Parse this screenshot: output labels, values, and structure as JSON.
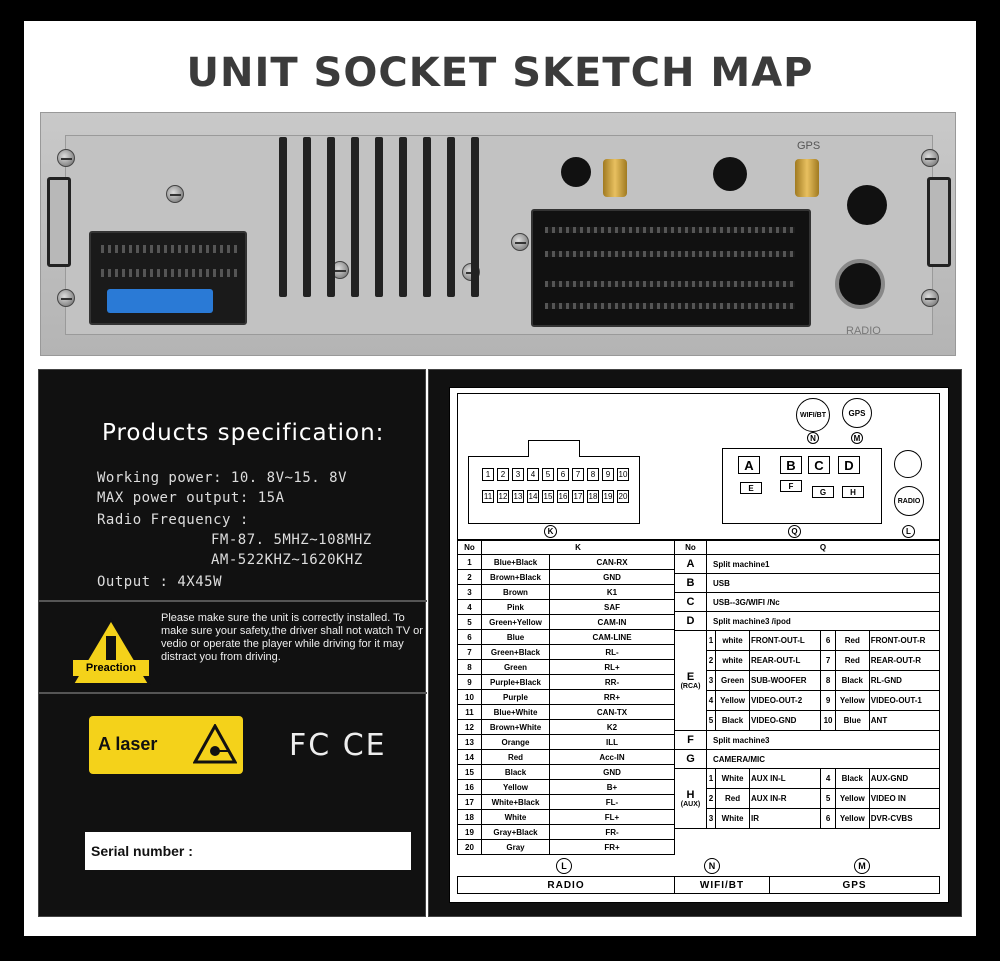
{
  "title": "UNIT SOCKET SKETCH MAP",
  "photo": {
    "gps_mark": "GPS",
    "radio_mark": "RADIO"
  },
  "spec": {
    "heading": "Products specification:",
    "working_power": "Working power: 10. 8V~15. 8V",
    "max_power": "MAX power output: 15A",
    "radio_freq": "Radio Frequency :",
    "fm": "FM-87. 5MHZ~108MHZ",
    "am": "AM-522KHZ~1620KHZ",
    "output": "Output : 4X45W"
  },
  "warning": {
    "sign_label": "Preaction",
    "text": "Please make sure the unit is correctly installed. To make sure your safety,the driver shall not watch TV or vedio or operate the player while driving for it may distract you from driving."
  },
  "laser": {
    "label": "A laser"
  },
  "certs": "FC CE",
  "serial": {
    "label": "Serial number :"
  },
  "diagram": {
    "k_pins_top": [
      "1",
      "2",
      "3",
      "4",
      "5",
      "6",
      "7",
      "8",
      "9",
      "10"
    ],
    "k_pins_bottom": [
      "11",
      "12",
      "13",
      "14",
      "15",
      "16",
      "17",
      "18",
      "19",
      "20"
    ],
    "k_marker": "K",
    "q_marker": "Q",
    "q_letters": [
      "A",
      "B",
      "C",
      "D",
      "E",
      "F",
      "G",
      "H"
    ],
    "wifi_label": "WIFI/BT",
    "wifi_marker": "N",
    "gps_label": "GPS",
    "gps_marker": "M",
    "radio_label": "RADIO",
    "radio_marker": "L"
  },
  "k_table": {
    "headers": [
      "No",
      "K",
      ""
    ],
    "rows": [
      [
        "1",
        "Blue+Black",
        "CAN-RX"
      ],
      [
        "2",
        "Brown+Black",
        "GND"
      ],
      [
        "3",
        "Brown",
        "K1"
      ],
      [
        "4",
        "Pink",
        "SAF"
      ],
      [
        "5",
        "Green+Yellow",
        "CAM-IN"
      ],
      [
        "6",
        "Blue",
        "CAM-LINE"
      ],
      [
        "7",
        "Green+Black",
        "RL-"
      ],
      [
        "8",
        "Green",
        "RL+"
      ],
      [
        "9",
        "Purple+Black",
        "RR-"
      ],
      [
        "10",
        "Purple",
        "RR+"
      ],
      [
        "11",
        "Blue+White",
        "CAN-TX"
      ],
      [
        "12",
        "Brown+White",
        "K2"
      ],
      [
        "13",
        "Orange",
        "ILL"
      ],
      [
        "14",
        "Red",
        "Acc-IN"
      ],
      [
        "15",
        "Black",
        "GND"
      ],
      [
        "16",
        "Yellow",
        "B+"
      ],
      [
        "17",
        "White+Black",
        "FL-"
      ],
      [
        "18",
        "White",
        "FL+"
      ],
      [
        "19",
        "Gray+Black",
        "FR-"
      ],
      [
        "20",
        "Gray",
        "FR+"
      ]
    ]
  },
  "q_table": {
    "headers": [
      "No",
      "Q"
    ],
    "A": "Split machine1",
    "B": "USB",
    "C": "USB--3G/WIFI /Nc",
    "D": "Split machine3 /ipod",
    "E_label": "E",
    "E_sub": "(RCA)",
    "E_rows": [
      [
        "1",
        "white",
        "FRONT-OUT-L",
        "6",
        "Red",
        "FRONT-OUT-R"
      ],
      [
        "2",
        "white",
        "REAR-OUT-L",
        "7",
        "Red",
        "REAR-OUT-R"
      ],
      [
        "3",
        "Green",
        "SUB-WOOFER",
        "8",
        "Black",
        "RL-GND"
      ],
      [
        "4",
        "Yellow",
        "VIDEO-OUT-2",
        "9",
        "Yellow",
        "VIDEO-OUT-1"
      ],
      [
        "5",
        "Black",
        "VIDEO-GND",
        "10",
        "Blue",
        "ANT"
      ]
    ],
    "F": "Split machine3",
    "G": "CAMERA/MIC",
    "H_label": "H",
    "H_sub": "(AUX)",
    "H_rows": [
      [
        "1",
        "White",
        "AUX IN-L",
        "4",
        "Black",
        "AUX-GND"
      ],
      [
        "2",
        "Red",
        "AUX IN-R",
        "5",
        "Yellow",
        "VIDEO IN"
      ],
      [
        "3",
        "White",
        "IR",
        "6",
        "Yellow",
        "DVR-CVBS"
      ]
    ]
  },
  "footer": {
    "L": "L",
    "N": "N",
    "M": "M",
    "radio": "RADIO",
    "wifi": "WIFI/BT",
    "gps": "GPS"
  }
}
